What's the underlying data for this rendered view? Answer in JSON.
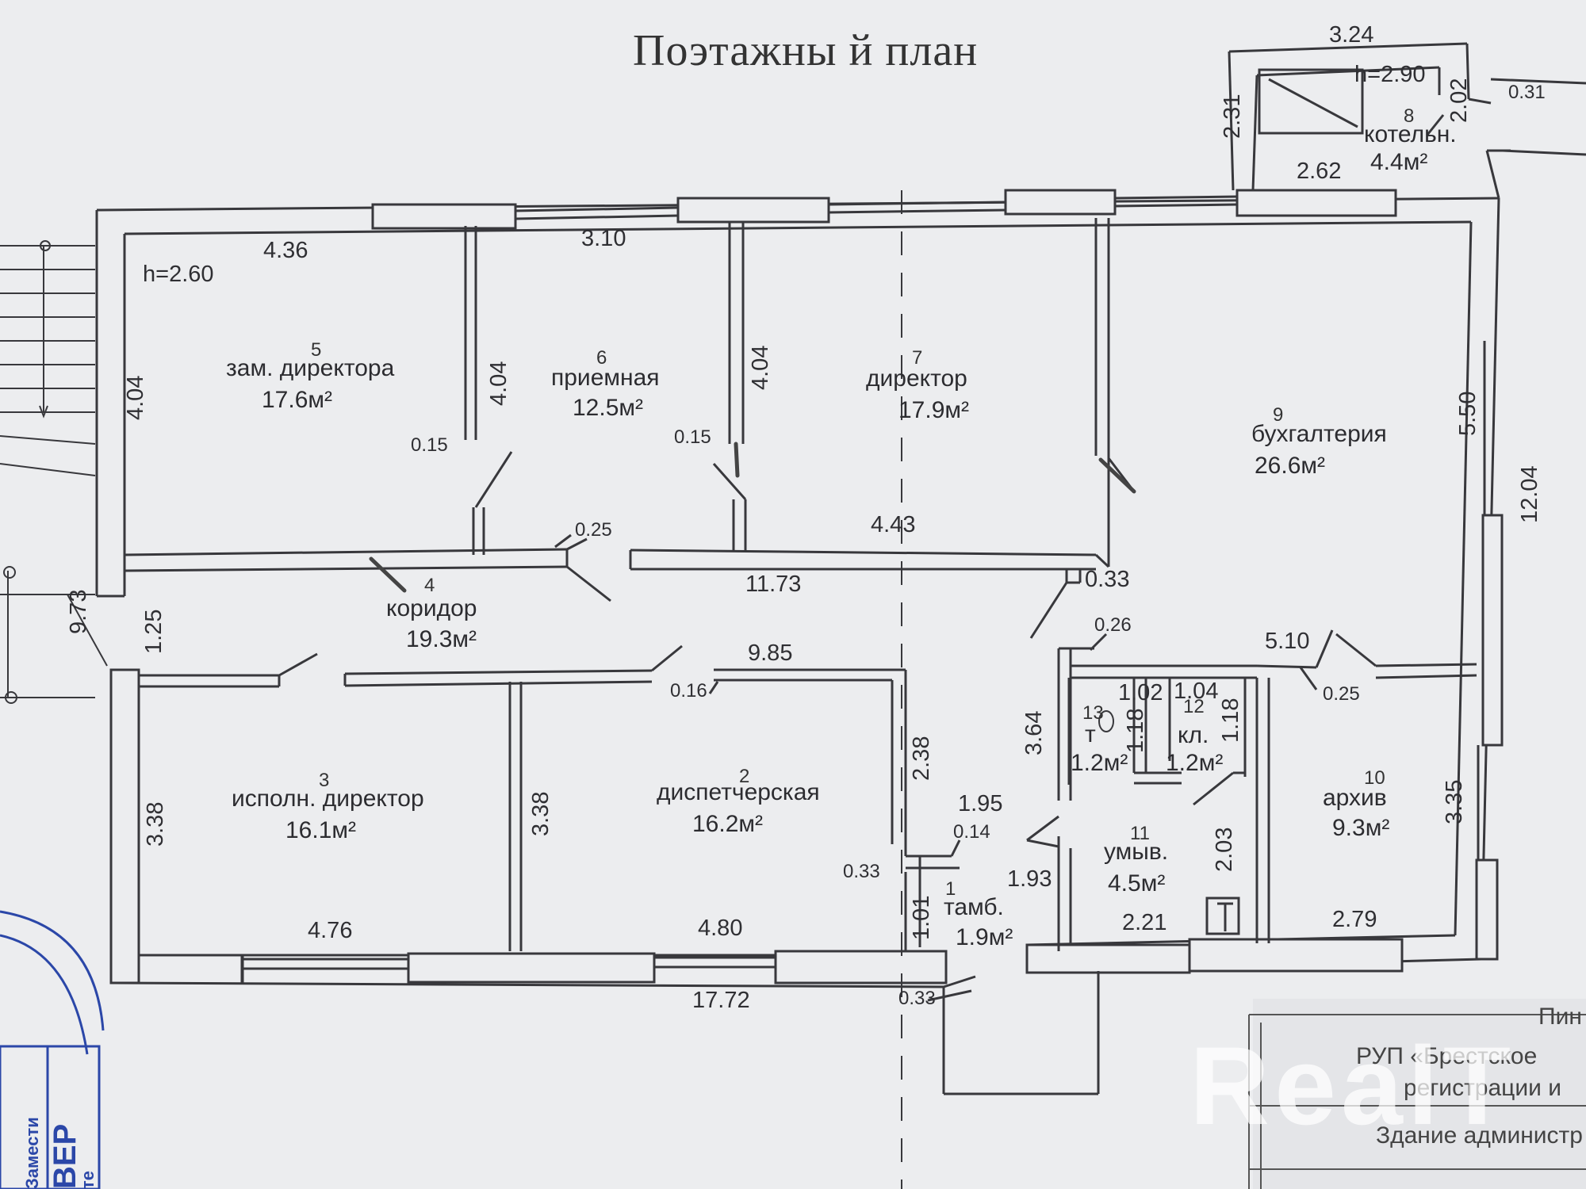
{
  "title": "Поэтажны й план",
  "rooms": [
    {
      "num": "5",
      "name": "зам. директора",
      "area": "17.6м²"
    },
    {
      "num": "6",
      "name": "приемная",
      "area": "12.5м²"
    },
    {
      "num": "7",
      "name": "директор",
      "area": "17.9м²"
    },
    {
      "num": "9",
      "name": "бухгалтерия",
      "area": "26.6м²"
    },
    {
      "num": "8",
      "name": "котельн.",
      "area": "4.4м²"
    },
    {
      "num": "4",
      "name": "коридор",
      "area": "19.3м²"
    },
    {
      "num": "3",
      "name": "исполн. директор",
      "area": "16.1м²"
    },
    {
      "num": "2",
      "name": "диспетчерская",
      "area": "16.2м²"
    },
    {
      "num": "1",
      "name": "тамб.",
      "area": "1.9м²"
    },
    {
      "num": "11",
      "name": "умыв.",
      "area": "4.5м²"
    },
    {
      "num": "12",
      "name": "кл.",
      "area": "1.2м²"
    },
    {
      "num": "13",
      "name": "т",
      "area": "1.2м²"
    },
    {
      "num": "10",
      "name": "архив",
      "area": "9.3м²"
    }
  ],
  "heights": {
    "main": "h=2.60",
    "boiler": "h=2.90"
  },
  "dimensions": {
    "d436": "4.36",
    "d310": "3.10",
    "d404a": "4.04",
    "d404b": "4.04",
    "d404c": "4.04",
    "d015a": "0.15",
    "d015b": "0.15",
    "d025a": "0.25",
    "d443": "4.43",
    "d1173": "11.73",
    "d033a": "0.33",
    "d550": "5.50",
    "d1204": "12.04",
    "d324": "3.24",
    "d231": "2.31",
    "d202": "2.02",
    "d031": "0.31",
    "d262": "2.62",
    "d973": "9.73",
    "d125": "1.25",
    "d985": "9.85",
    "d016": "0.16",
    "d238": "2.38",
    "d026": "0.26",
    "d510": "5.10",
    "d025b": "0.25",
    "d364": "3.64",
    "d102": "1.02",
    "d104": "1.04",
    "d118a": "1.18",
    "d118b": "1.18",
    "d338a": "3.38",
    "d338b": "3.38",
    "d335": "3.35",
    "d195": "1.95",
    "d014": "0.14",
    "d033b": "0.33",
    "d193": "1.93",
    "d101": "1.01",
    "d203": "2.03",
    "d476": "4.76",
    "d480": "4.80",
    "d221": "2.21",
    "d279": "2.79",
    "d1772": "17.72",
    "d033c": "0.33"
  },
  "title_block": {
    "line1": "Пин",
    "line2": "РУП «Брестское",
    "line3": "регистрации и",
    "line4": "Здание администр"
  },
  "stamp": {
    "big": "ВЕР",
    "small": "Замести",
    "tiny": "те"
  },
  "watermark": "RealT",
  "colors": {
    "paper": "#ecedef",
    "wall": "#3a3a3e",
    "ink": "#2a2a2e",
    "stamp": "#2b47a8"
  }
}
